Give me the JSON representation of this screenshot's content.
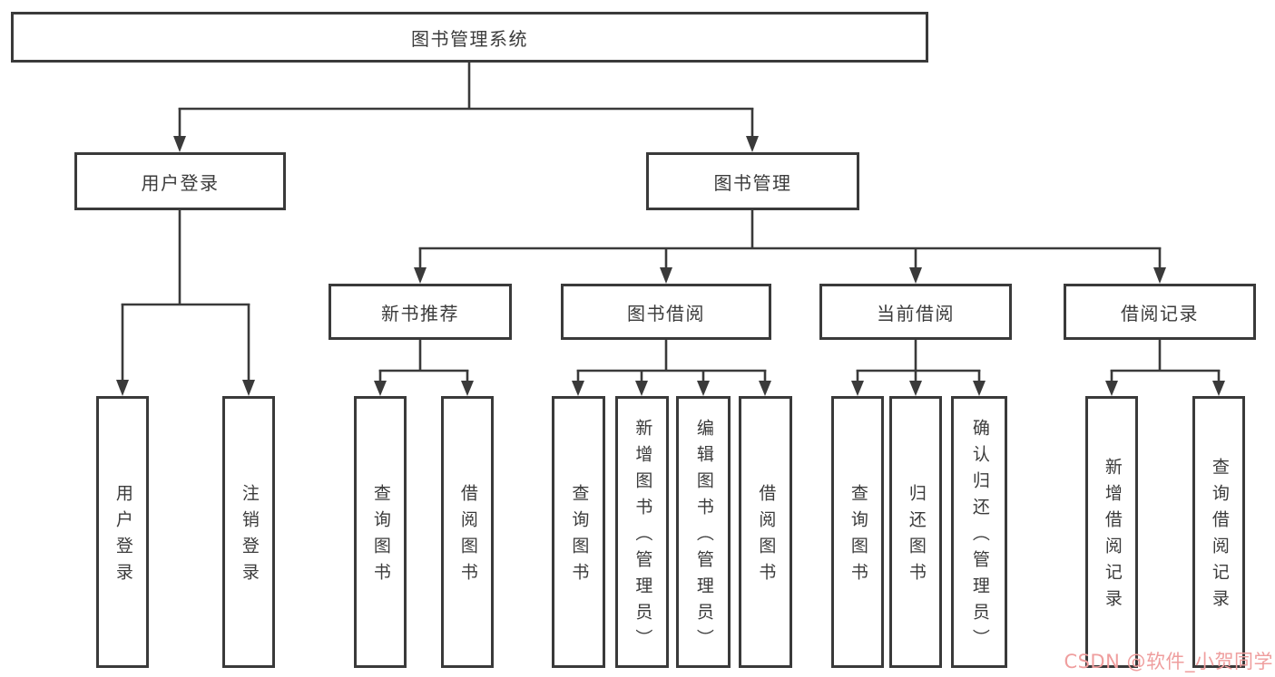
{
  "diagram": {
    "root": {
      "label": "图书管理系统"
    },
    "branches": [
      {
        "label": "用户登录",
        "children": [
          {
            "label": "用户登录"
          },
          {
            "label": "注销登录"
          }
        ]
      },
      {
        "label": "图书管理",
        "children": [
          {
            "label": "新书推荐",
            "children": [
              {
                "label": "查询图书"
              },
              {
                "label": "借阅图书"
              }
            ]
          },
          {
            "label": "图书借阅",
            "children": [
              {
                "label": "查询图书"
              },
              {
                "label": "新增图书（管理员）"
              },
              {
                "label": "编辑图书（管理员）"
              },
              {
                "label": "借阅图书"
              }
            ]
          },
          {
            "label": "当前借阅",
            "children": [
              {
                "label": "查询图书"
              },
              {
                "label": "归还图书"
              },
              {
                "label": "确认归还（管理员）"
              }
            ]
          },
          {
            "label": "借阅记录",
            "children": [
              {
                "label": "新增借阅记录"
              },
              {
                "label": "查询借阅记录"
              }
            ]
          }
        ]
      }
    ]
  },
  "watermark": {
    "text": "CSDN @软件_小贺同学"
  },
  "colors": {
    "line": "#3a3a3a",
    "text": "#3b3b3b",
    "background": "#ffffff",
    "watermark_color": "#ef9e9e"
  }
}
